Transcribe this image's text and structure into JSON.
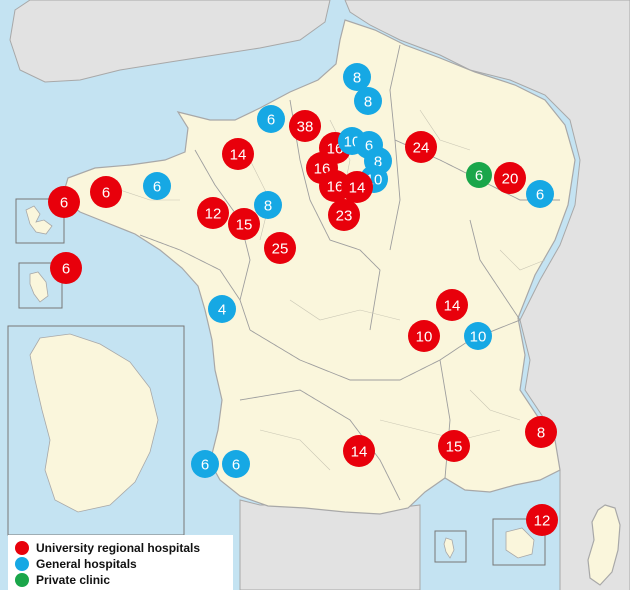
{
  "legend": [
    {
      "label": "University regional hospitals",
      "category": "university",
      "color": "#e8000b"
    },
    {
      "label": "General hospitals",
      "category": "general",
      "color": "#16a8e4"
    },
    {
      "label": "Private clinic",
      "category": "private",
      "color": "#1aa64a"
    }
  ],
  "colors": {
    "sea": "#c4e3f2",
    "land_france": "#faf6dc",
    "land_foreign": "#e2e2e2",
    "border": "#a8a8a8",
    "university": "#e8000b",
    "general": "#16a8e4",
    "private": "#1aa64a"
  },
  "markers": [
    {
      "id": "m1",
      "value": "38",
      "category": "university"
    },
    {
      "id": "m2",
      "value": "8",
      "category": "general"
    },
    {
      "id": "m3",
      "value": "8",
      "category": "general"
    },
    {
      "id": "m4",
      "value": "6",
      "category": "general"
    },
    {
      "id": "m5",
      "value": "16",
      "category": "university"
    },
    {
      "id": "m6",
      "value": "10",
      "category": "general"
    },
    {
      "id": "m7",
      "value": "6",
      "category": "general"
    },
    {
      "id": "m8",
      "value": "8",
      "category": "general"
    },
    {
      "id": "m9",
      "value": "24",
      "category": "university"
    },
    {
      "id": "m10",
      "value": "14",
      "category": "university"
    },
    {
      "id": "m11",
      "value": "16",
      "category": "university"
    },
    {
      "id": "m12",
      "value": "10",
      "category": "general"
    },
    {
      "id": "m13",
      "value": "16",
      "category": "university"
    },
    {
      "id": "m14",
      "value": "14",
      "category": "university"
    },
    {
      "id": "m15",
      "value": "6",
      "category": "private"
    },
    {
      "id": "m16",
      "value": "20",
      "category": "university"
    },
    {
      "id": "m17",
      "value": "6",
      "category": "general"
    },
    {
      "id": "m18",
      "value": "6",
      "category": "university"
    },
    {
      "id": "m19",
      "value": "6",
      "category": "university"
    },
    {
      "id": "m20",
      "value": "6",
      "category": "general"
    },
    {
      "id": "m21",
      "value": "12",
      "category": "university"
    },
    {
      "id": "m22",
      "value": "15",
      "category": "university"
    },
    {
      "id": "m23",
      "value": "8",
      "category": "general"
    },
    {
      "id": "m24",
      "value": "23",
      "category": "university"
    },
    {
      "id": "m25",
      "value": "25",
      "category": "university"
    },
    {
      "id": "m26",
      "value": "6",
      "category": "university"
    },
    {
      "id": "m27",
      "value": "4",
      "category": "general"
    },
    {
      "id": "m28",
      "value": "14",
      "category": "university"
    },
    {
      "id": "m29",
      "value": "10",
      "category": "university"
    },
    {
      "id": "m30",
      "value": "10",
      "category": "general"
    },
    {
      "id": "m31",
      "value": "8",
      "category": "university"
    },
    {
      "id": "m32",
      "value": "14",
      "category": "university"
    },
    {
      "id": "m33",
      "value": "15",
      "category": "university"
    },
    {
      "id": "m34",
      "value": "6",
      "category": "general"
    },
    {
      "id": "m35",
      "value": "6",
      "category": "general"
    },
    {
      "id": "m36",
      "value": "12",
      "category": "university"
    }
  ]
}
